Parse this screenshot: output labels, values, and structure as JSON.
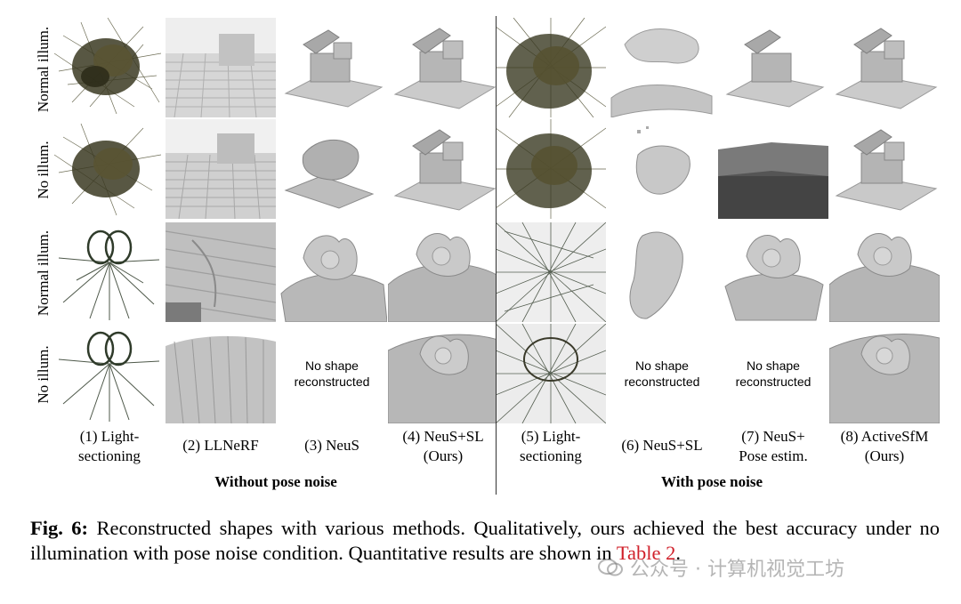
{
  "figure": {
    "row_labels": [
      "Normal illum.",
      "No illum.",
      "Normal illum.",
      "No illum."
    ],
    "column_labels": [
      "(1) Light-\nsectioning",
      "(2) LLNeRF",
      "(3) NeuS",
      "(4) NeuS+SL\n(Ours)",
      "(5) Light-\nsectioning",
      "(6) NeuS+SL",
      "(7) NeuS+\nPose estim.",
      "(8) ActiveSfM\n(Ours)"
    ],
    "group_labels": [
      "Without pose noise",
      "With pose noise"
    ],
    "no_shape_text": "No shape\nreconstructed"
  },
  "caption": {
    "label": "Fig. 6:",
    "text_before_ref": " Reconstructed shapes with various methods. Qualitatively, ours achieved the best accuracy under no illumination with pose noise condition. Quantitative results are shown in ",
    "ref": "Table 2",
    "text_after_ref": "."
  },
  "watermark": {
    "text": "公众号 · 计算机视觉工坊"
  }
}
